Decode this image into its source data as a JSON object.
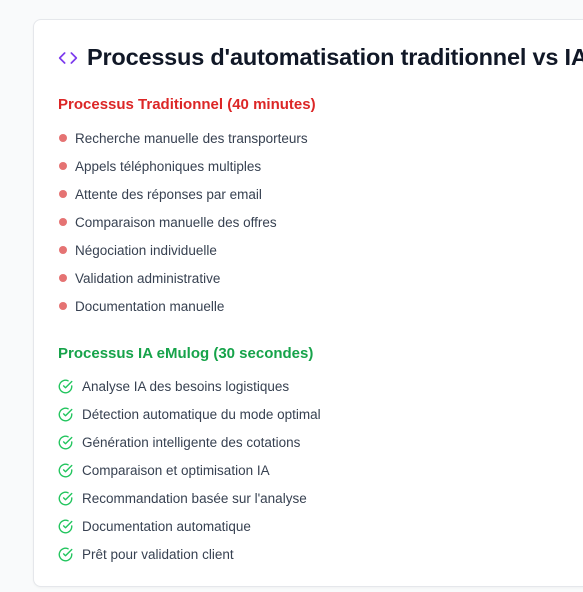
{
  "colors": {
    "accent": "#7c3aed",
    "traditional": "#dc2626",
    "traditional_dot": "#e57373",
    "ai": "#16a34a",
    "ai_check": "#22c55e"
  },
  "header": {
    "icon": "code-icon",
    "title": "Processus d'automatisation traditionnel vs IA"
  },
  "traditional": {
    "title": "Processus Traditionnel (40 minutes)",
    "items": [
      "Recherche manuelle des transporteurs",
      "Appels téléphoniques multiples",
      "Attente des réponses par email",
      "Comparaison manuelle des offres",
      "Négociation individuelle",
      "Validation administrative",
      "Documentation manuelle"
    ]
  },
  "ai": {
    "title": "Processus IA eMulog (30 secondes)",
    "items": [
      "Analyse IA des besoins logistiques",
      "Détection automatique du mode optimal",
      "Génération intelligente des cotations",
      "Comparaison et optimisation IA",
      "Recommandation basée sur l'analyse",
      "Documentation automatique",
      "Prêt pour validation client"
    ]
  }
}
